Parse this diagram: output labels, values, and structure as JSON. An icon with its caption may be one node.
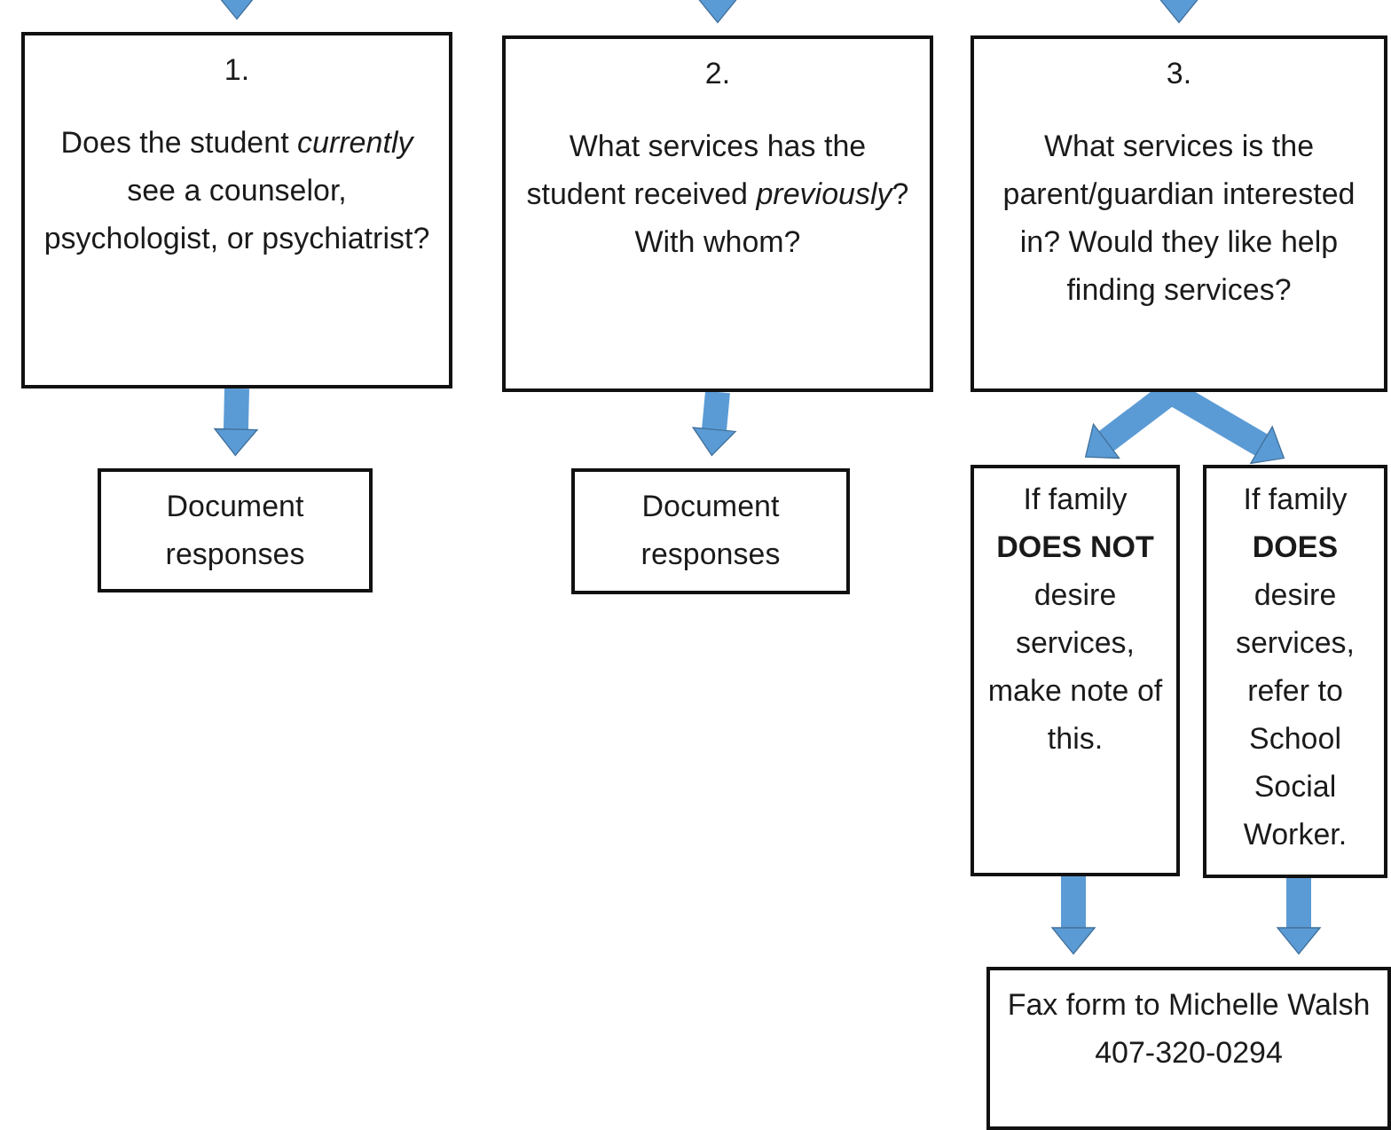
{
  "diagram": {
    "nodes": [
      {
        "text": [
          "1.",
          "Does the student *currently* see a counselor, psychologist, or psychiatrist?"
        ]
      },
      {
        "text": [
          "2.",
          "What services has the student received *previously*? With whom?"
        ]
      },
      {
        "text": [
          "3.",
          "What services is the parent/guardian interested in? Would they like help finding services?"
        ]
      },
      {
        "text": [
          "Document responses"
        ]
      },
      {
        "text": [
          "Document responses"
        ]
      },
      {
        "text": [
          "If family **DOES NOT** desire services, make note of this."
        ]
      },
      {
        "text": [
          "If family **DOES** desire services, refer to School Social Worker."
        ]
      },
      {
        "text": [
          "Fax form to Michelle Walsh 407-320-0294"
        ]
      }
    ],
    "edges": [
      {
        "from": null,
        "to": 0,
        "arrow": "to"
      },
      {
        "from": null,
        "to": 1,
        "arrow": "to"
      },
      {
        "from": null,
        "to": 2,
        "arrow": "to"
      },
      {
        "from": 0,
        "to": 3,
        "arrow": "to"
      },
      {
        "from": 1,
        "to": 4,
        "arrow": "to"
      },
      {
        "from": 2,
        "to": 5,
        "arrow": "to"
      },
      {
        "from": 2,
        "to": 6,
        "arrow": "to"
      },
      {
        "from": 5,
        "to": 7,
        "arrow": "to"
      },
      {
        "from": 6,
        "to": 7,
        "arrow": "to"
      }
    ]
  }
}
